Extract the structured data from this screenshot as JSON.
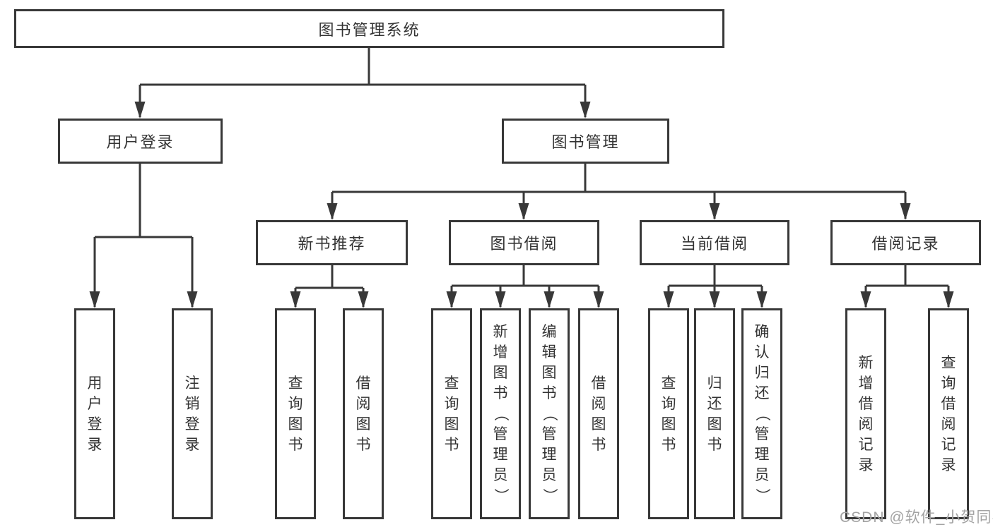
{
  "watermark": "CSDN @软件_小贺同学",
  "colors": {
    "line": "#383838",
    "box_border": "#383838",
    "text": "#333333",
    "background": "#ffffff",
    "watermark": "#a3a3a3"
  },
  "tree": {
    "root": "图书管理系统",
    "login": {
      "label": "用户登录",
      "children": [
        "用户登录",
        "注销登录"
      ]
    },
    "management": {
      "label": "图书管理",
      "children": [
        {
          "label": "新书推荐",
          "children": [
            "查询图书",
            "借阅图书"
          ]
        },
        {
          "label": "图书借阅",
          "children": [
            "查询图书",
            "新增图书（管理员）",
            "编辑图书（管理员）",
            "借阅图书"
          ]
        },
        {
          "label": "当前借阅",
          "children": [
            "查询图书",
            "归还图书",
            "确认归还（管理员）"
          ]
        },
        {
          "label": "借阅记录",
          "children": [
            "新增借阅记录",
            "查询借阅记录"
          ]
        }
      ]
    }
  }
}
